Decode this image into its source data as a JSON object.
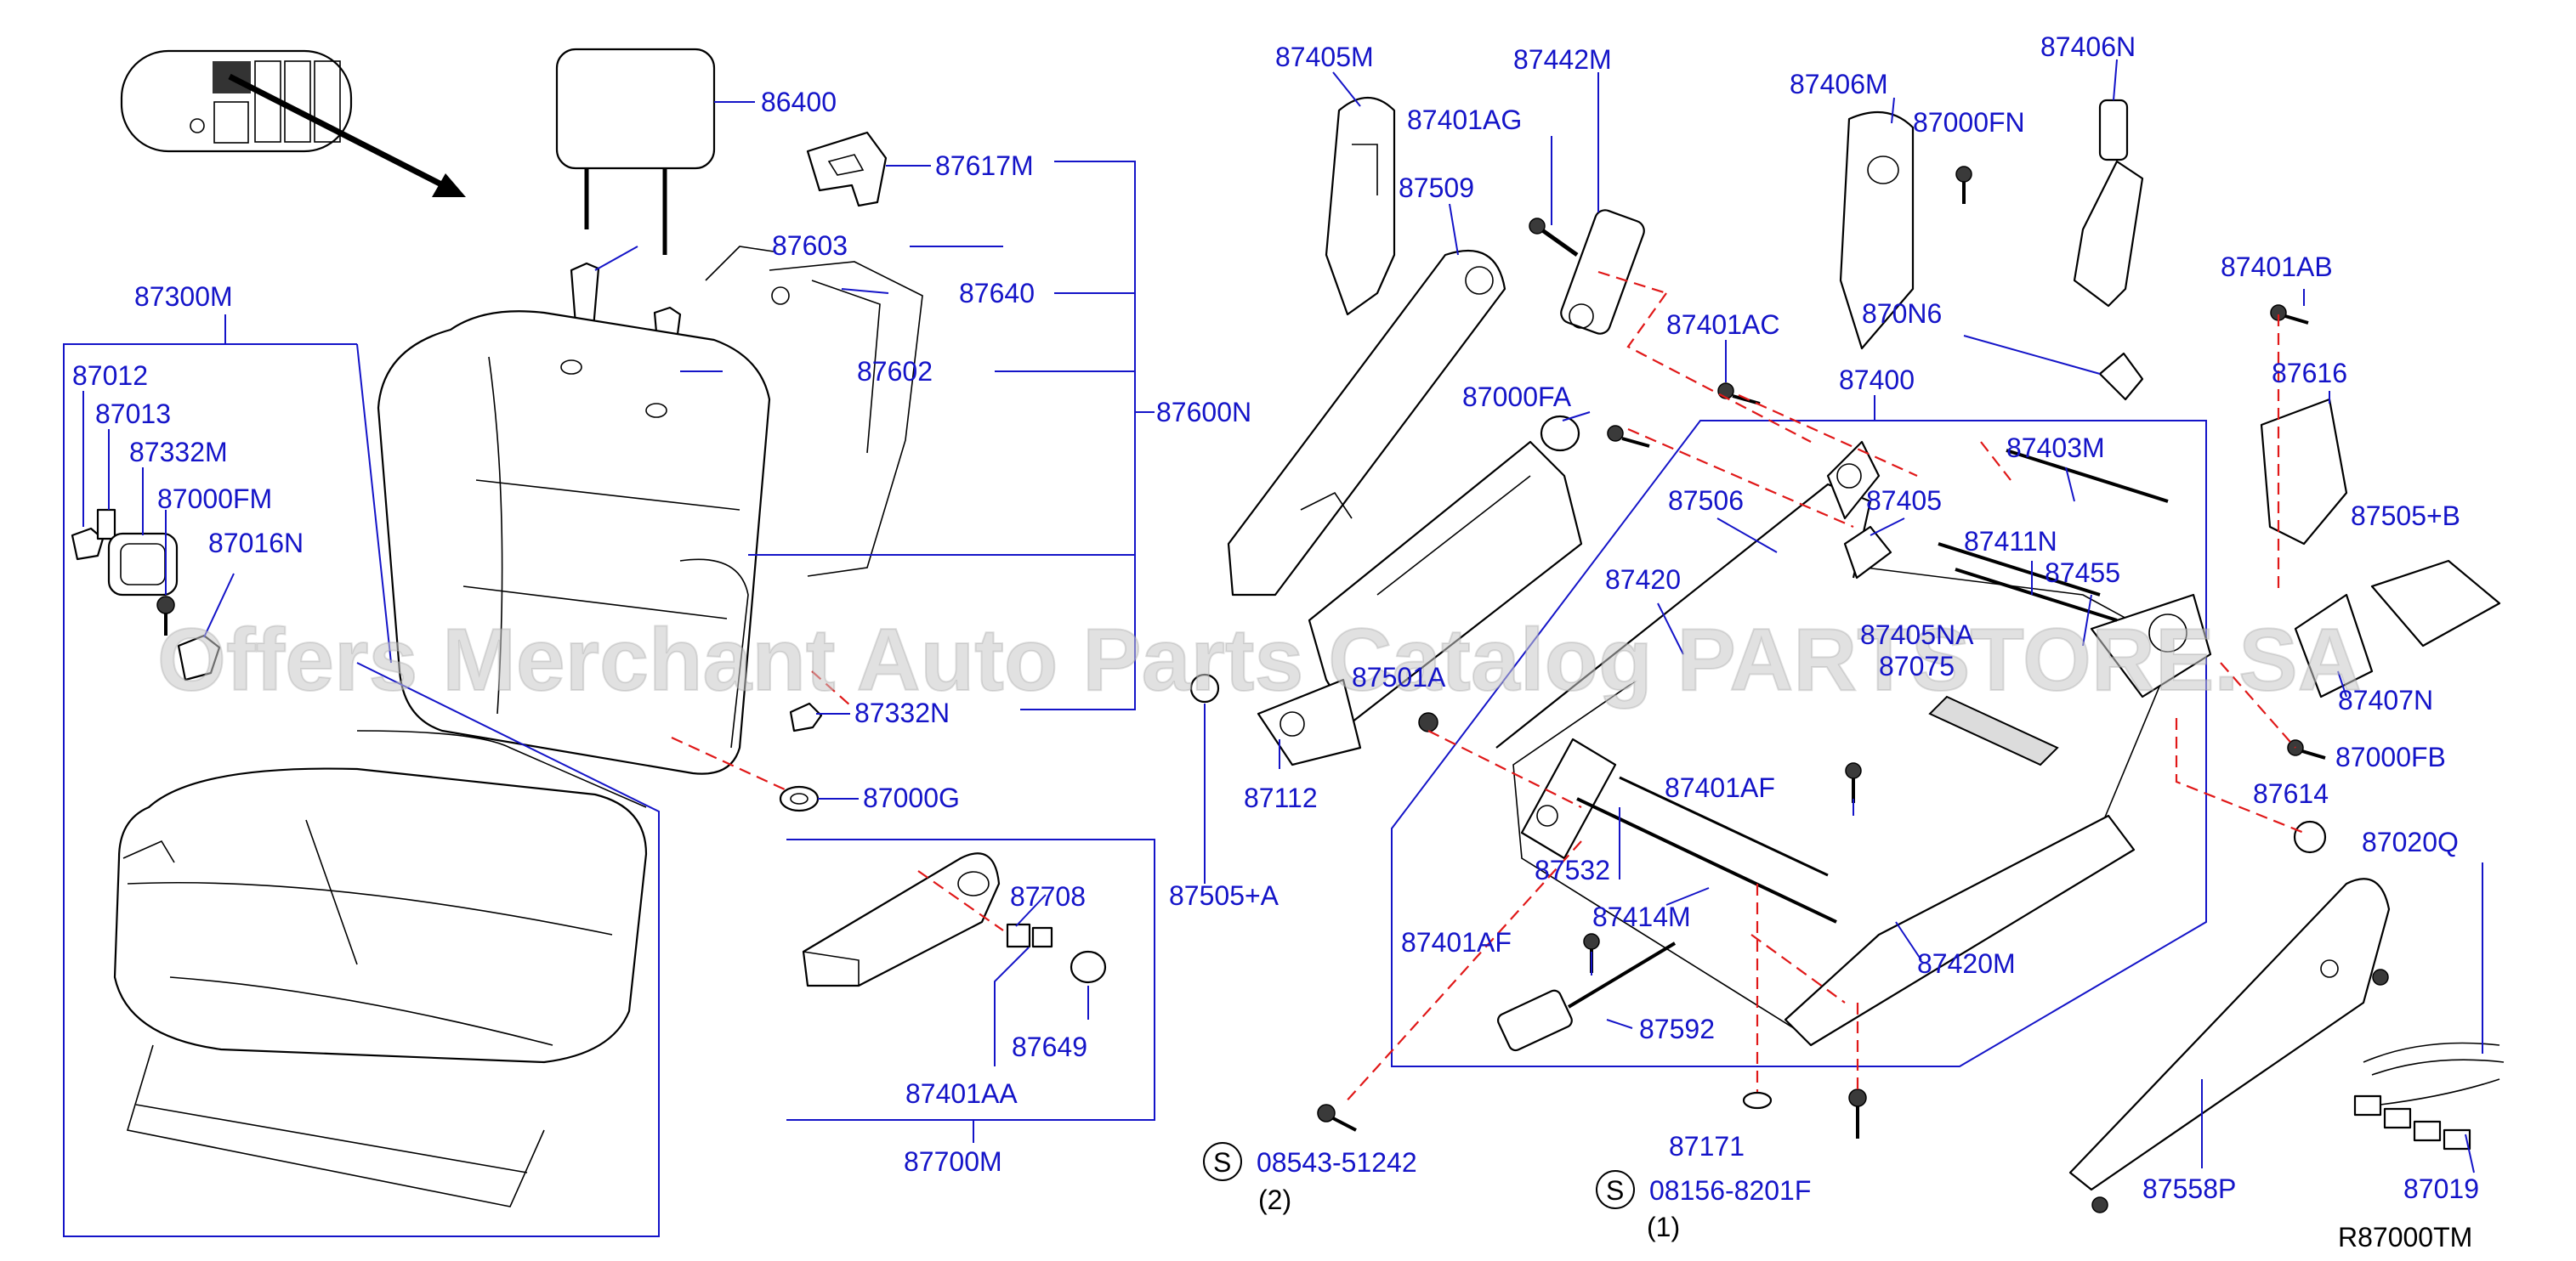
{
  "diagram": {
    "ref_code": "R87000TM",
    "watermark": "Offers Merchant Auto Parts Catalog PARTSTORE.SA"
  },
  "labels": {
    "p86400": "86400",
    "p87617M": "87617M",
    "p87603": "87603",
    "p87640": "87640",
    "p87602": "87602",
    "p87600N": "87600N",
    "p87300M": "87300M",
    "p87012": "87012",
    "p87013": "87013",
    "p87332M": "87332M",
    "p87000FM": "87000FM",
    "p87016N": "87016N",
    "p87332N": "87332N",
    "p87000G": "87000G",
    "p87708": "87708",
    "p87649": "87649",
    "p87401AA": "87401AA",
    "p87700M": "87700M",
    "p87405M": "87405M",
    "p87442M": "87442M",
    "p87401AG": "87401AG",
    "p87509": "87509",
    "p87000FA": "87000FA",
    "p87501A": "87501A",
    "p87112": "87112",
    "p87505A": "87505+A",
    "p87406M": "87406M",
    "p87000FN": "87000FN",
    "p87406N": "87406N",
    "p870N6": "870N6",
    "p87401AC": "87401AC",
    "p87400": "87400",
    "p87403M": "87403M",
    "p87506": "87506",
    "p87405": "87405",
    "p87411N": "87411N",
    "p87420": "87420",
    "p87455": "87455",
    "p87405NA": "87405NA",
    "p87075": "87075",
    "p87401AF_a": "87401AF",
    "p87532": "87532",
    "p87414M": "87414M",
    "p87401AF_b": "87401AF",
    "p87420M": "87420M",
    "p87592": "87592",
    "p87171": "87171",
    "p87401AB": "87401AB",
    "p87616": "87616",
    "p87505B": "87505+B",
    "p87407N": "87407N",
    "p87000FB": "87000FB",
    "p87614": "87614",
    "p87020Q": "87020Q",
    "p87558P": "87558P",
    "p87019": "87019"
  },
  "std_parts": [
    {
      "symbol": "S",
      "number": "08543-51242",
      "qty": "(2)"
    },
    {
      "symbol": "S",
      "number": "08156-8201F",
      "qty": "(1)"
    }
  ],
  "colors": {
    "label": "#1414c8",
    "dashed_leader": "#e01818",
    "part_outline": "#000000",
    "background": "#ffffff"
  }
}
